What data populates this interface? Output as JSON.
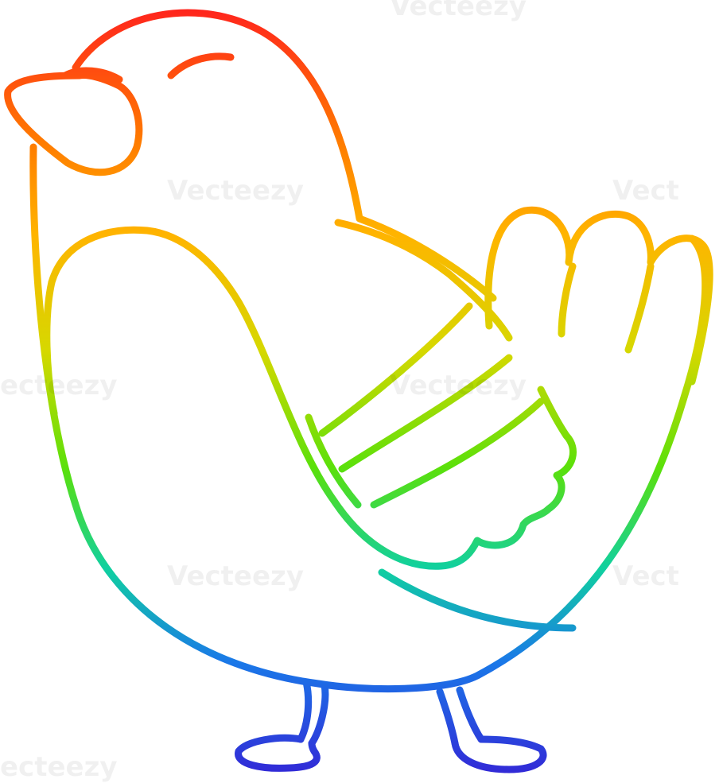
{
  "image": {
    "subject": "bird-line-drawing",
    "style": "rainbow-gradient-outline",
    "background": "#ffffff",
    "gradient_stops": [
      "#ff1f1f",
      "#ff7a00",
      "#ffb400",
      "#d6d800",
      "#5be00a",
      "#10d0a0",
      "#1a78e8",
      "#3326d6"
    ]
  },
  "watermark": {
    "text": "Vecteezy",
    "partials": [
      "Vect",
      "ecteezy"
    ]
  }
}
